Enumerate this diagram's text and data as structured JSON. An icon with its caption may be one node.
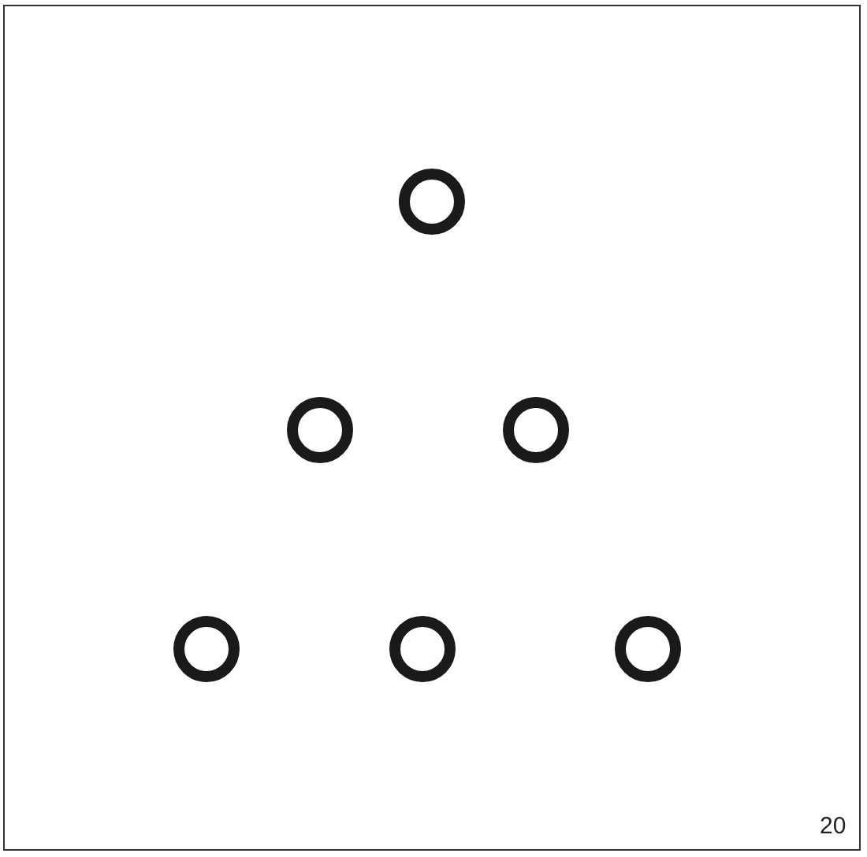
{
  "diagram": {
    "nodes": [
      {
        "text": [],
        "shape": "circle"
      },
      {
        "text": [],
        "shape": "circle"
      },
      {
        "text": [],
        "shape": "circle"
      },
      {
        "text": [],
        "shape": "circle"
      },
      {
        "text": [],
        "shape": "circle"
      },
      {
        "text": [],
        "shape": "circle"
      }
    ],
    "labels": [
      "20"
    ]
  }
}
